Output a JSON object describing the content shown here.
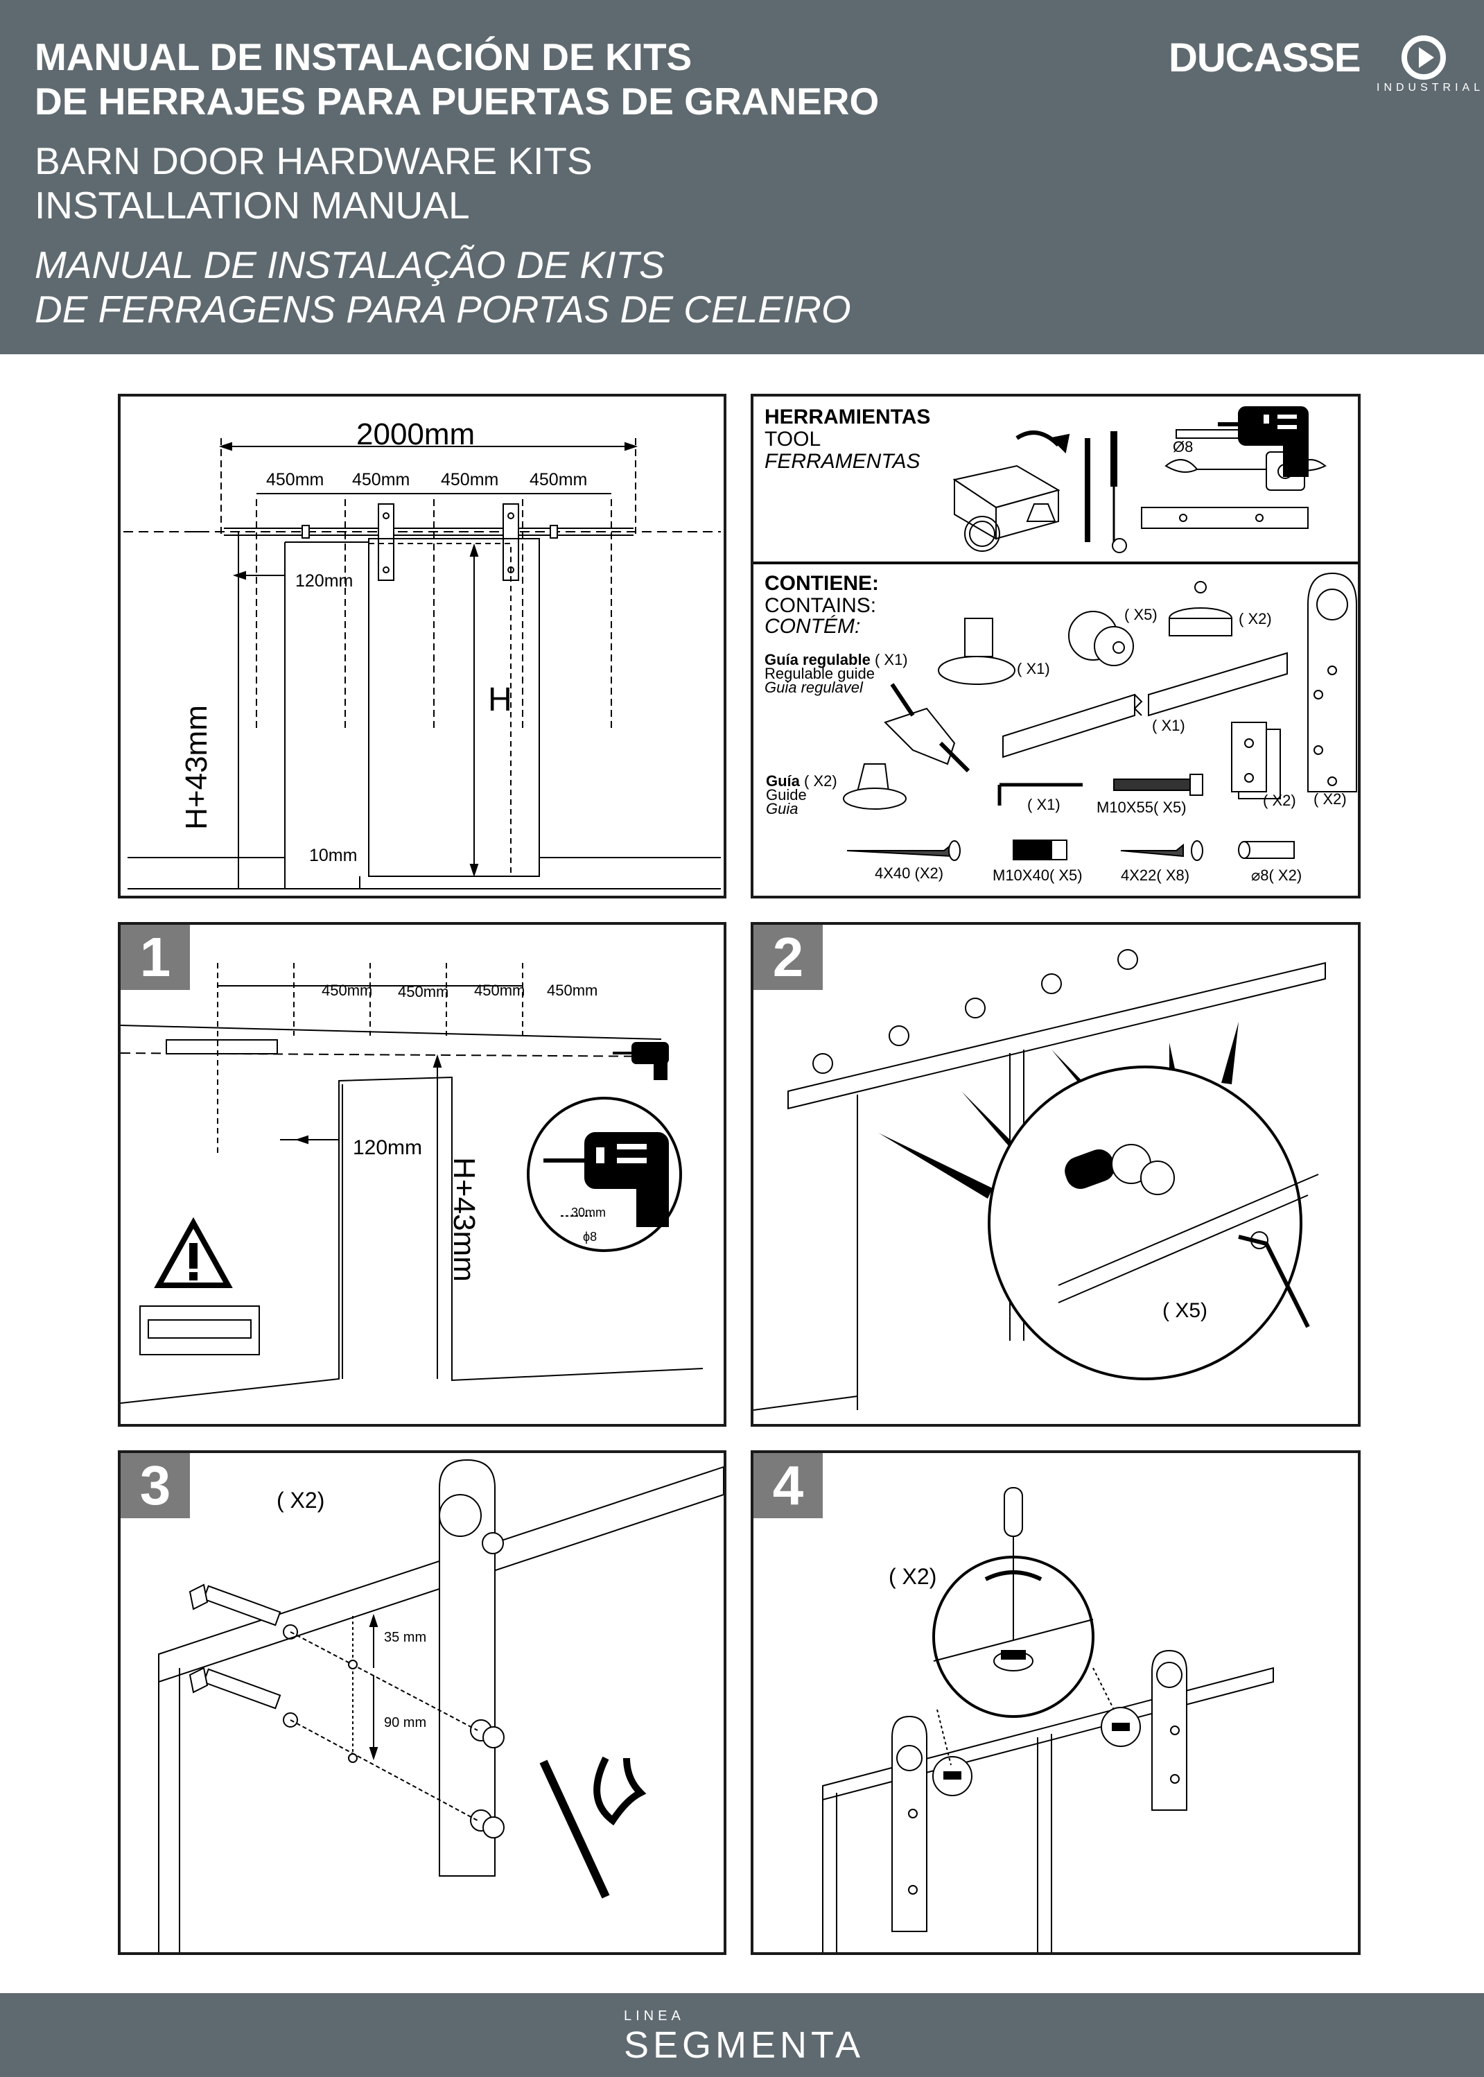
{
  "header": {
    "title_es": [
      "MANUAL DE INSTALACIÓN DE KITS",
      "DE HERRAJES PARA PUERTAS DE GRANERO"
    ],
    "title_en": [
      "BARN DOOR HARDWARE KITS",
      "INSTALLATION MANUAL"
    ],
    "title_pt": [
      "MANUAL DE INSTALAÇÃO DE KITS",
      "DE FERRAGENS PARA PORTAS DE CELEIRO"
    ],
    "brand": "DUCASSE",
    "brand_sub": "INDUSTRIAL"
  },
  "dimensions_panel": {
    "total_width": "2000mm",
    "spacing": [
      "450mm",
      "450mm",
      "450mm",
      "450mm"
    ],
    "offset": "120mm",
    "height_label": "H+43mm",
    "door_height": "H",
    "floor_gap": "10mm"
  },
  "tools_panel": {
    "title_es": "HERRAMIENTAS",
    "title_en": "TOOL",
    "title_pt": "FERRAMENTAS",
    "drill_bit": "Ø8"
  },
  "contents_panel": {
    "title_es": "CONTIENE:",
    "title_en": "CONTAINS:",
    "title_pt": "CONTÉM:",
    "regulable_guide": {
      "es": "Guía regulable",
      "qty": "( X1)",
      "en": "Regulable guide",
      "pt": "Guia regulavel"
    },
    "guide": {
      "es": "Guía",
      "qty": "( X2)",
      "en": "Guide",
      "pt": "Guia"
    },
    "items": {
      "stopper_qty": "( X1)",
      "spacer_qty": "( X5)",
      "roller_stop_qty": "( X2)",
      "rail_qty": "( X1)",
      "hanger_qty": "( X2)",
      "bracket_qty": "( X2)",
      "hex_key_qty": "( X1)",
      "bolt_long": "M10X55( X5)",
      "screw_4x40": "4X40 (X2)",
      "bolt_short": "M10X40( X5)",
      "screw_4x22": "4X22( X8)",
      "anchor": "⌀8( X2)"
    }
  },
  "step1": {
    "number": "1",
    "spacing": [
      "450mm",
      "450mm",
      "450mm",
      "450mm"
    ],
    "offset": "120mm",
    "height_label": "H+43mm",
    "drill_depth": "30mm",
    "drill_bit": "ϕ8"
  },
  "step2": {
    "number": "2",
    "qty": "( X5)"
  },
  "step3": {
    "number": "3",
    "qty": "( X2)",
    "dim_top": "35 mm",
    "dim_bottom": "90 mm"
  },
  "step4": {
    "number": "4",
    "qty": "( X2)"
  },
  "footer": {
    "line": "LINEA",
    "name": "SEGMENTA"
  }
}
